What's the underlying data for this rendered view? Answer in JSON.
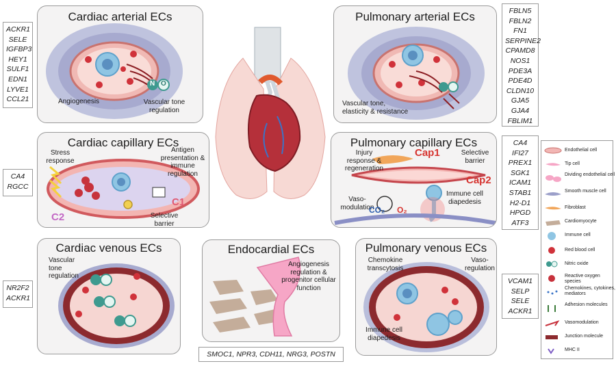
{
  "panels": {
    "cardiac_arterial": {
      "title": "Cardiac arterial ECs",
      "labels": [
        "Angiogenesis",
        "Vascular tone",
        "regulation"
      ]
    },
    "pulmonary_arterial": {
      "title": "Pulmonary arterial ECs",
      "labels": [
        "Vascular tone,",
        "elasticity & resistance"
      ]
    },
    "cardiac_capillary": {
      "title": "Cardiac capillary ECs",
      "labels": [
        "Stress",
        "response",
        "Antigen",
        "presentation &",
        "immune",
        "regulation",
        "C1",
        "C2",
        "Selective",
        "barrier"
      ]
    },
    "pulmonary_capillary": {
      "title": "Pulmonary capillary ECs",
      "labels": [
        "Injury",
        "response &",
        "regeneration",
        "Cap1",
        "Selective",
        "barrier",
        "Cap2",
        "Immune cell",
        "diapedesis",
        "Vaso-",
        "modulation",
        "CO₂",
        "O₂"
      ]
    },
    "cardiac_venous": {
      "title": "Cardiac venous ECs",
      "labels": [
        "Vascular",
        "tone",
        "regulation"
      ]
    },
    "endocardial": {
      "title": "Endocardial ECs",
      "labels": [
        "Angiogenesis",
        "regulation &",
        "progenitor cellular",
        "function"
      ]
    },
    "pulmonary_venous": {
      "title": "Pulmonary venous ECs",
      "labels": [
        "Chemokine",
        "transcytosis",
        "Vaso-",
        "regulation",
        "Immune cell",
        "diapedesis"
      ]
    }
  },
  "no_symbol": {
    "n": "N",
    "o": "O"
  },
  "genes": {
    "cardiac_arterial": [
      "ACKR1",
      "SELE",
      "IGFBP3",
      "HEY1",
      "SULF1",
      "EDN1",
      "LYVE1",
      "CCL21"
    ],
    "pulmonary_arterial": [
      "FBLN5",
      "FBLN2",
      "FN1",
      "SERPINE2",
      "CPAMD8",
      "NOS1",
      "PDE3A",
      "PDE4D",
      "CLDN10",
      "GJA5",
      "GJA4",
      "FBLIM1"
    ],
    "cardiac_capillary": [
      "CA4",
      "RGCC"
    ],
    "pulmonary_capillary": [
      "CA4",
      "IFI27",
      "PREX1",
      "SGK1",
      "ICAM1",
      "STAB1",
      "H2-D1",
      "HPGD",
      "ATF3"
    ],
    "cardiac_venous": [
      "NR2F2",
      "ACKR1"
    ],
    "pulmonary_venous": [
      "VCAM1",
      "SELP",
      "SELE",
      "ACKR1"
    ],
    "endocardial": "SMOC1, NPR3, CDH11, NRG3, POSTN"
  },
  "legend": [
    {
      "icon": "endothelial-cell-icon",
      "label": "Endothelial cell"
    },
    {
      "icon": "tip-cell-icon",
      "label": "Tip cell"
    },
    {
      "icon": "dividing-endothelial-cell-icon",
      "label": "Dividing endothelial cell"
    },
    {
      "icon": "smooth-muscle-cell-icon",
      "label": "Smooth muscle cell"
    },
    {
      "icon": "fibroblast-icon",
      "label": "Fibroblast"
    },
    {
      "icon": "cardiomyocyte-icon",
      "label": "Cardiomyocyte"
    },
    {
      "icon": "immune-cell-icon",
      "label": "Immune cell"
    },
    {
      "icon": "red-blood-cell-icon",
      "label": "Red blood cell"
    },
    {
      "icon": "nitric-oxide-icon",
      "label": "Nitric oxide"
    },
    {
      "icon": "reactive-oxygen-species-icon",
      "label": "Reactive oxygen species"
    },
    {
      "icon": "chemokines-icon",
      "label": "Chemokines, cytokines, mediators"
    },
    {
      "icon": "adhesion-molecules-icon",
      "label": "Adhesion molecules"
    },
    {
      "icon": "vasomodulation-icon",
      "label": "Vasomodulation"
    },
    {
      "icon": "junction-molecule-icon",
      "label": "Junction molecule"
    },
    {
      "icon": "mhc-ii-icon",
      "label": "MHC II"
    }
  ],
  "colors": {
    "endothelium": "#f2b6b4",
    "muscle": "#9b9fc9",
    "adventitia": "#b9bedb",
    "red_cell": "#d0323a",
    "immune": "#8fc5e3",
    "lumen": "#f8d7d3",
    "vein_wall": "#8c2a2e",
    "heart": "#b5303a",
    "lung": "#f5d4cf"
  }
}
